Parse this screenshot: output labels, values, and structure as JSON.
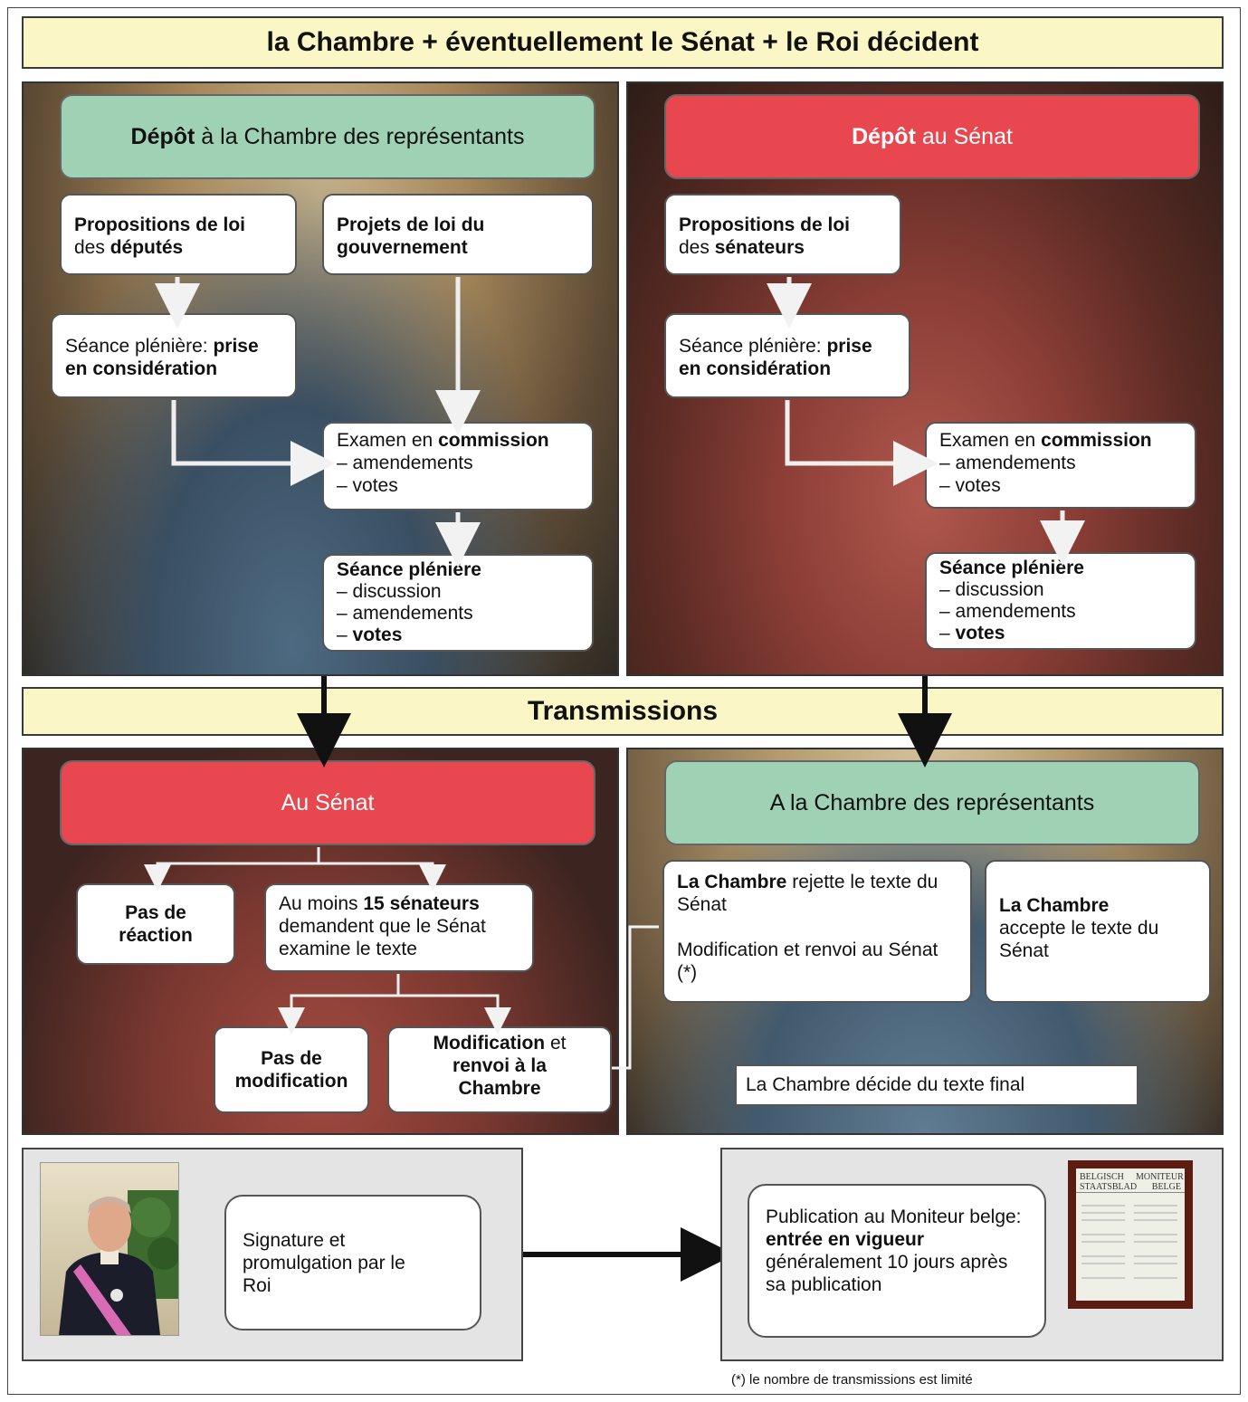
{
  "title": "la Chambre + éventuellement le Sénat + le Roi décident",
  "transmissions": "Transmissions",
  "chambre": {
    "header_bold": "Dépôt",
    "header_rest": " à la Chambre des représentants",
    "propositions_bold": "Propositions de loi",
    "propositions_des": "des ",
    "propositions_who": "députés",
    "projets": "Projets de loi du gouvernement",
    "pleniere_prefix": "Séance plénière: ",
    "pleniere_bold": "prise en considération",
    "examen_prefix": "Examen en ",
    "examen_bold": "commission",
    "examen_l1": "– amendements",
    "examen_l2": "– votes",
    "seance_title": "Séance plénière",
    "seance_l1": "– discussion",
    "seance_l2": "– amendements",
    "seance_l3_dash": "– ",
    "seance_l3_bold": "votes"
  },
  "senat": {
    "header_bold": "Dépôt",
    "header_rest": " au Sénat",
    "propositions_bold": "Propositions de loi",
    "propositions_des": "des ",
    "propositions_who": "sénateurs",
    "pleniere_prefix": "Séance plénière: ",
    "pleniere_bold": "prise en considération",
    "examen_prefix": "Examen en ",
    "examen_bold": "commission",
    "examen_l1": "– amendements",
    "examen_l2": "– votes",
    "seance_title": "Séance plénière",
    "seance_l1": "– discussion",
    "seance_l2": "– amendements",
    "seance_l3_dash": "– ",
    "seance_l3_bold": "votes"
  },
  "au_senat": {
    "header": "Au Sénat",
    "pas_reaction": "Pas de réaction",
    "au_moins_prefix": "Au moins ",
    "au_moins_bold": "15 sénateurs",
    "au_moins_rest": " demandent que le Sénat examine le texte",
    "pas_modif": "Pas de modification",
    "modif_bold1": "Modification",
    "modif_et": " et ",
    "modif_bold2": "renvoi à la Chambre"
  },
  "a_la_chambre": {
    "header": "A la Chambre des représentants",
    "rejette_bold": "La Chambre",
    "rejette_rest": " rejette le texte du Sénat",
    "rejette_l2": "Modification et renvoi au Sénat (*)",
    "accepte_bold": "La Chambre",
    "accepte_rest": " accepte le texte du Sénat",
    "decide": "La Chambre décide du texte final"
  },
  "roi": {
    "text": "Signature et promulgation par le Roi"
  },
  "publication": {
    "prefix": "Publication au Moniteur belge: ",
    "bold": "entrée en vigueur",
    "rest": " généralement 10 jours après sa publication",
    "paper_left": "BELGISCH STAATSBLAD",
    "paper_right": "MONITEUR BELGE"
  },
  "footnote": "(*) le nombre de transmissions est limité"
}
